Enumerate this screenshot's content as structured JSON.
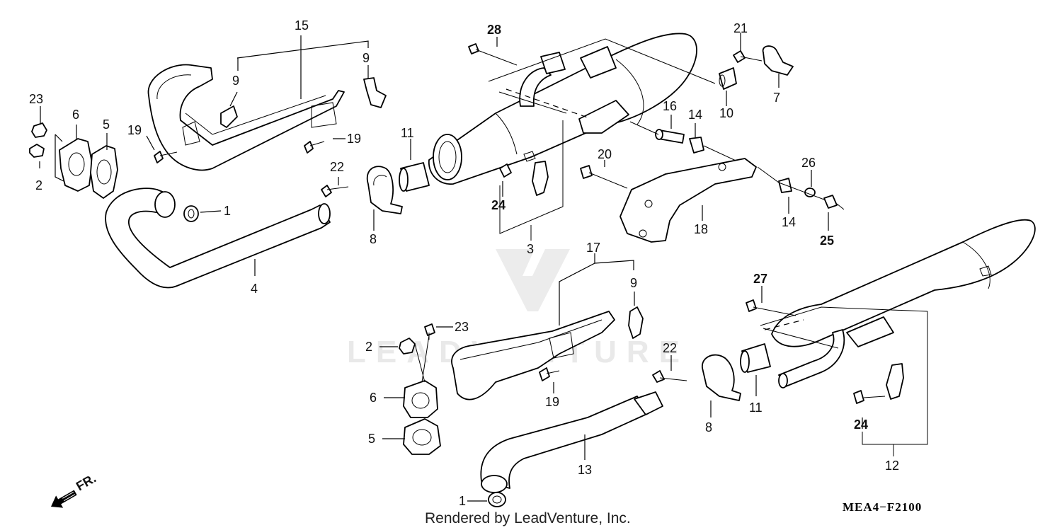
{
  "diagram": {
    "callouts": {
      "p1_top": "1",
      "p2_top": "2",
      "p3": "3",
      "p4": "4",
      "p5_top": "5",
      "p6_top": "6",
      "p7": "7",
      "p8_top": "8",
      "p9_a": "9",
      "p9_b": "9",
      "p10": "10",
      "p11_top": "11",
      "p12": "12",
      "p13": "13",
      "p14_a": "14",
      "p14_b": "14",
      "p15": "15",
      "p16": "16",
      "p17": "17",
      "p18": "18",
      "p19_a": "19",
      "p19_b": "19",
      "p20": "20",
      "p21": "21",
      "p22_top": "22",
      "p23_top": "23",
      "p24_top": "24",
      "p25": "25",
      "p26": "26",
      "p27": "27",
      "p28": "28",
      "p9_c": "9",
      "p23_bot": "23",
      "p2_bot": "2",
      "p6_bot": "6",
      "p5_bot": "5",
      "p19_c": "19",
      "p22_bot": "22",
      "p8_bot": "8",
      "p11_bot": "11",
      "p24_bot": "24",
      "p1_bot": "1"
    },
    "direction_label": "FR.",
    "watermark": "LEADVENTURE",
    "footer": "Rendered by LeadVenture, Inc.",
    "diagram_code": "MEA4−F2100"
  }
}
